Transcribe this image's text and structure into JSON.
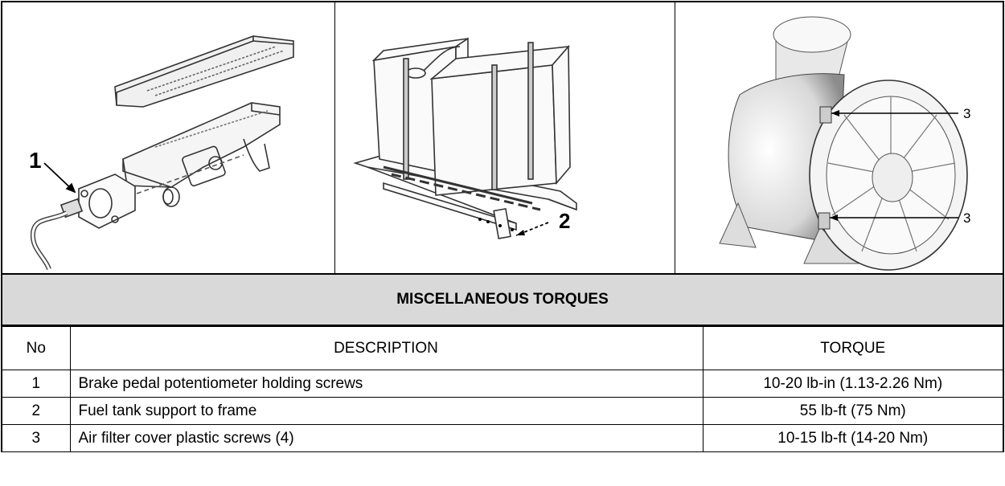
{
  "figures": {
    "brake_pedal": {
      "callout": "1"
    },
    "fuel_tank": {
      "callout": "2"
    },
    "air_filter": {
      "callouts": [
        "3",
        "3"
      ]
    }
  },
  "table": {
    "title": "MISCELLANEOUS TORQUES",
    "headers": {
      "no": "No",
      "description": "DESCRIPTION",
      "torque": "TORQUE"
    },
    "rows": [
      {
        "no": "1",
        "description": "Brake pedal potentiometer holding screws",
        "torque": "10-20 lb-in  (1.13-2.26 Nm)"
      },
      {
        "no": "2",
        "description": "Fuel tank support to frame",
        "torque": "55 lb-ft  (75 Nm)"
      },
      {
        "no": "3",
        "description": "Air filter cover plastic screws (4)",
        "torque": "10-15 lb-ft  (14-20 Nm)"
      }
    ]
  }
}
